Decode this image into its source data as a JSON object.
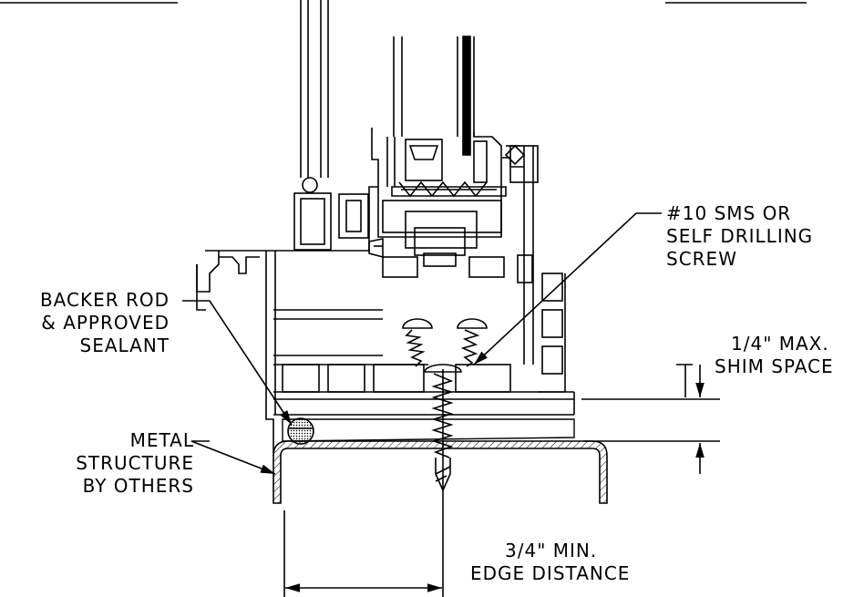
{
  "callouts": {
    "backer_rod": [
      "BACKER ROD",
      "& APPROVED",
      "SEALANT"
    ],
    "screw": [
      "#10 SMS OR",
      "SELF DRILLING",
      "SCREW"
    ],
    "shim": [
      "1/4\" MAX.",
      "SHIM SPACE"
    ],
    "metal_structure": [
      "METAL",
      "STRUCTURE",
      "BY OTHERS"
    ],
    "edge_distance": [
      "3/4\" MIN.",
      "EDGE DISTANCE"
    ]
  },
  "colors": {
    "line": "#000000",
    "background": "#ffffff"
  }
}
